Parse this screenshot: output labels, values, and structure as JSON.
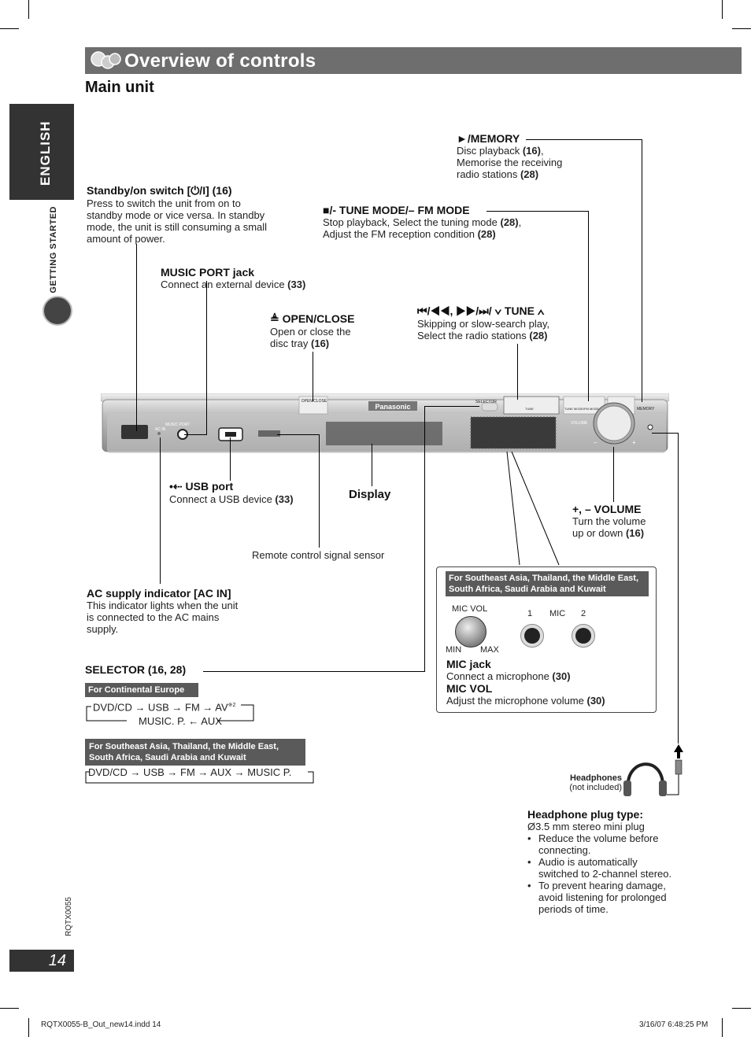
{
  "header": {
    "title": "Overview of controls",
    "subtitle": "Main unit"
  },
  "side": {
    "language": "ENGLISH",
    "section": "GETTING STARTED",
    "doc_code": "RQTX0055",
    "page_number": "14"
  },
  "footer": {
    "file": "RQTX0055-B_Out_new14.indd   14",
    "date": "3/16/07   6:48:25 PM"
  },
  "labels": {
    "memory": {
      "title": "►/MEMORY",
      "desc1": "Disc playback ",
      "ref1": "(16)",
      "desc2": "Memorise the receiving",
      "desc3": "radio stations ",
      "ref3": "(28)"
    },
    "standby": {
      "title": "Standby/on switch [⏻/I] (16)",
      "desc": [
        "Press to switch the unit from on to",
        "standby mode or vice versa. In standby",
        "mode, the unit is still consuming a small",
        "amount of power."
      ]
    },
    "tune_mode": {
      "title": "■/- TUNE MODE/– FM MODE",
      "desc1": "Stop playback, Select the tuning mode ",
      "ref1": "(28)",
      "desc2": "Adjust the FM reception condition ",
      "ref2": "(28)"
    },
    "music_port": {
      "title": "MUSIC PORT jack",
      "desc": "Connect an external device ",
      "ref": "(33)"
    },
    "open_close": {
      "title": "≜ OPEN/CLOSE",
      "desc1": "Open or close the",
      "desc2": "disc tray ",
      "ref": "(16)"
    },
    "skip_tune": {
      "title": "⏮/◀◀, ▶▶/⏭/ ∨ TUNE ∧",
      "desc1": "Skipping or slow-search play,",
      "desc2": "Select the radio stations ",
      "ref": "(28)"
    },
    "usb": {
      "title": "USB port",
      "desc": "Connect a USB device ",
      "ref": "(33)"
    },
    "display": {
      "title": "Display"
    },
    "volume": {
      "title": "+, – VOLUME",
      "desc1": "Turn the volume",
      "desc2": "up or down ",
      "ref": "(16)"
    },
    "remote": {
      "title": "Remote control signal sensor"
    },
    "ac_in": {
      "title": "AC supply indicator [AC IN]",
      "desc": [
        "This indicator lights when the unit",
        "is connected to the AC mains",
        "supply."
      ]
    },
    "selector": {
      "title": "SELECTOR (16, 28)"
    },
    "mic": {
      "band": "For Southeast Asia, Thailand, the Middle East, South Africa, Saudi Arabia and Kuwait",
      "mic_vol": "MIC VOL",
      "min": "MIN",
      "max": "MAX",
      "one": "1",
      "mic": "MIC",
      "two": "2",
      "jack_title": "MIC jack",
      "jack_desc": "Connect a microphone ",
      "jack_ref": "(30)",
      "vol_title": "MIC VOL",
      "vol_desc": "Adjust the microphone volume ",
      "vol_ref": "(30)"
    },
    "europe": {
      "band": "For Continental Europe",
      "row1": "DVD/CD → USB → FM → AV",
      "sup": "※2",
      "row2": "MUSIC. P. ← AUX"
    },
    "asia": {
      "band": "For Southeast Asia, Thailand, the Middle East, South Africa, Saudi Arabia and Kuwait",
      "row": "DVD/CD → USB → FM → AUX → MUSIC P."
    },
    "headphones": {
      "label": "Headphones",
      "note": "(not included)",
      "plug_title": "Headphone plug type:",
      "plug_desc": "Ø3.5 mm stereo mini plug",
      "bullets": [
        [
          "Reduce the volume before",
          "connecting."
        ],
        [
          "Audio is automatically",
          "switched to 2-channel stereo."
        ],
        [
          "To prevent hearing damage,",
          "avoid listening for prolonged",
          "periods of time."
        ]
      ]
    }
  },
  "device": {
    "brand": "Panasonic",
    "open_close": "OPEN/CLOSE",
    "selector": "SELECTOR",
    "tune": "TUNE",
    "tune_mode": "TUNE MODE/FM MODE",
    "memory": "MEMORY",
    "volume": "VOLUME",
    "ac_in": "AC IN",
    "music_port": "MUSIC PORT",
    "minus": "–",
    "plus": "+"
  }
}
